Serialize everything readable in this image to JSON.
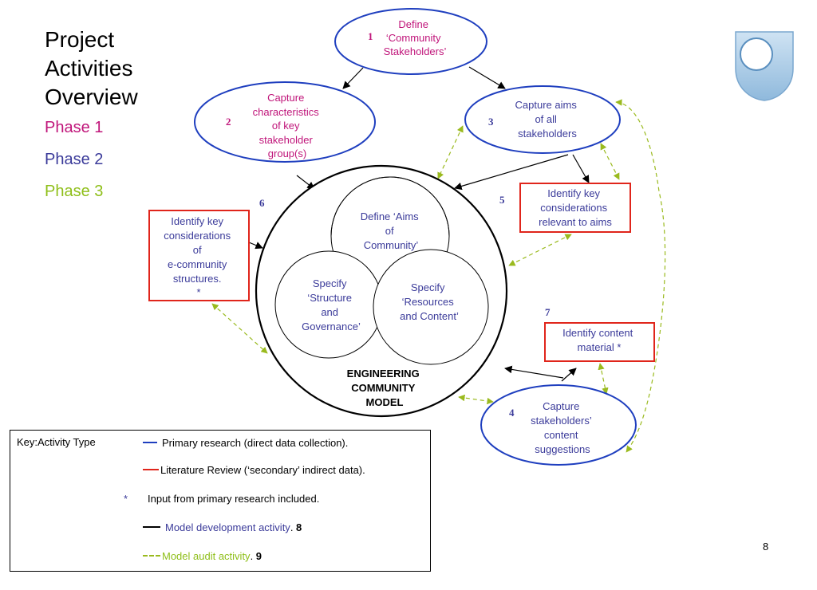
{
  "title": {
    "line1": "Project",
    "line2": "Activities",
    "line3": "Overview",
    "phase1": "Phase 1",
    "phase2": "Phase 2",
    "phase3": "Phase 3"
  },
  "nodes": {
    "n1": {
      "num": "1",
      "lines": [
        "Define",
        "‘Community",
        "Stakeholders’"
      ]
    },
    "n2": {
      "num": "2",
      "lines": [
        "Capture",
        "characteristics",
        "of key",
        "stakeholder",
        "group(s)"
      ]
    },
    "n3": {
      "num": "3",
      "lines": [
        "Capture aims",
        "of all",
        "stakeholders"
      ]
    },
    "n4": {
      "num": "4",
      "lines": [
        "Capture",
        "stakeholders’",
        "content",
        "suggestions"
      ]
    },
    "n5": {
      "num": "5",
      "lines": [
        "Identify key",
        "considerations",
        "relevant to aims"
      ]
    },
    "n6": {
      "num": "6",
      "lines": [
        "Identify key",
        "considerations",
        "of",
        "e-community",
        "structures.",
        "*"
      ]
    },
    "n7": {
      "num": "7",
      "lines": [
        "Identify content",
        "material *"
      ]
    }
  },
  "model": {
    "aims": [
      "Define ‘Aims",
      "of",
      "Community’"
    ],
    "structure": [
      "Specify",
      "‘Structure",
      "and",
      "Governance’"
    ],
    "resources": [
      "Specify",
      "‘Resources",
      "and Content’"
    ],
    "label": [
      "ENGINEERING",
      "COMMUNITY",
      "MODEL"
    ]
  },
  "key": {
    "label": "Key:Activity Type",
    "primary": "Primary  research (direct data collection).",
    "literature": "Literature Review (‘secondary’ indirect data).",
    "star": "*",
    "input": "Input from primary research  included.",
    "model_dev": "Model development activity",
    "model_dev_num": "8",
    "model_audit": "Model audit activity",
    "model_audit_num": "9"
  },
  "page_number": "8",
  "colors": {
    "primary_blue": "#1f3fbf",
    "literature_red": "#e0251b",
    "phase1_magenta": "#c0157a",
    "phase2_navy": "#3b3b9a",
    "phase3_green": "#8fbf1a",
    "audit_green": "#9aba1e"
  }
}
